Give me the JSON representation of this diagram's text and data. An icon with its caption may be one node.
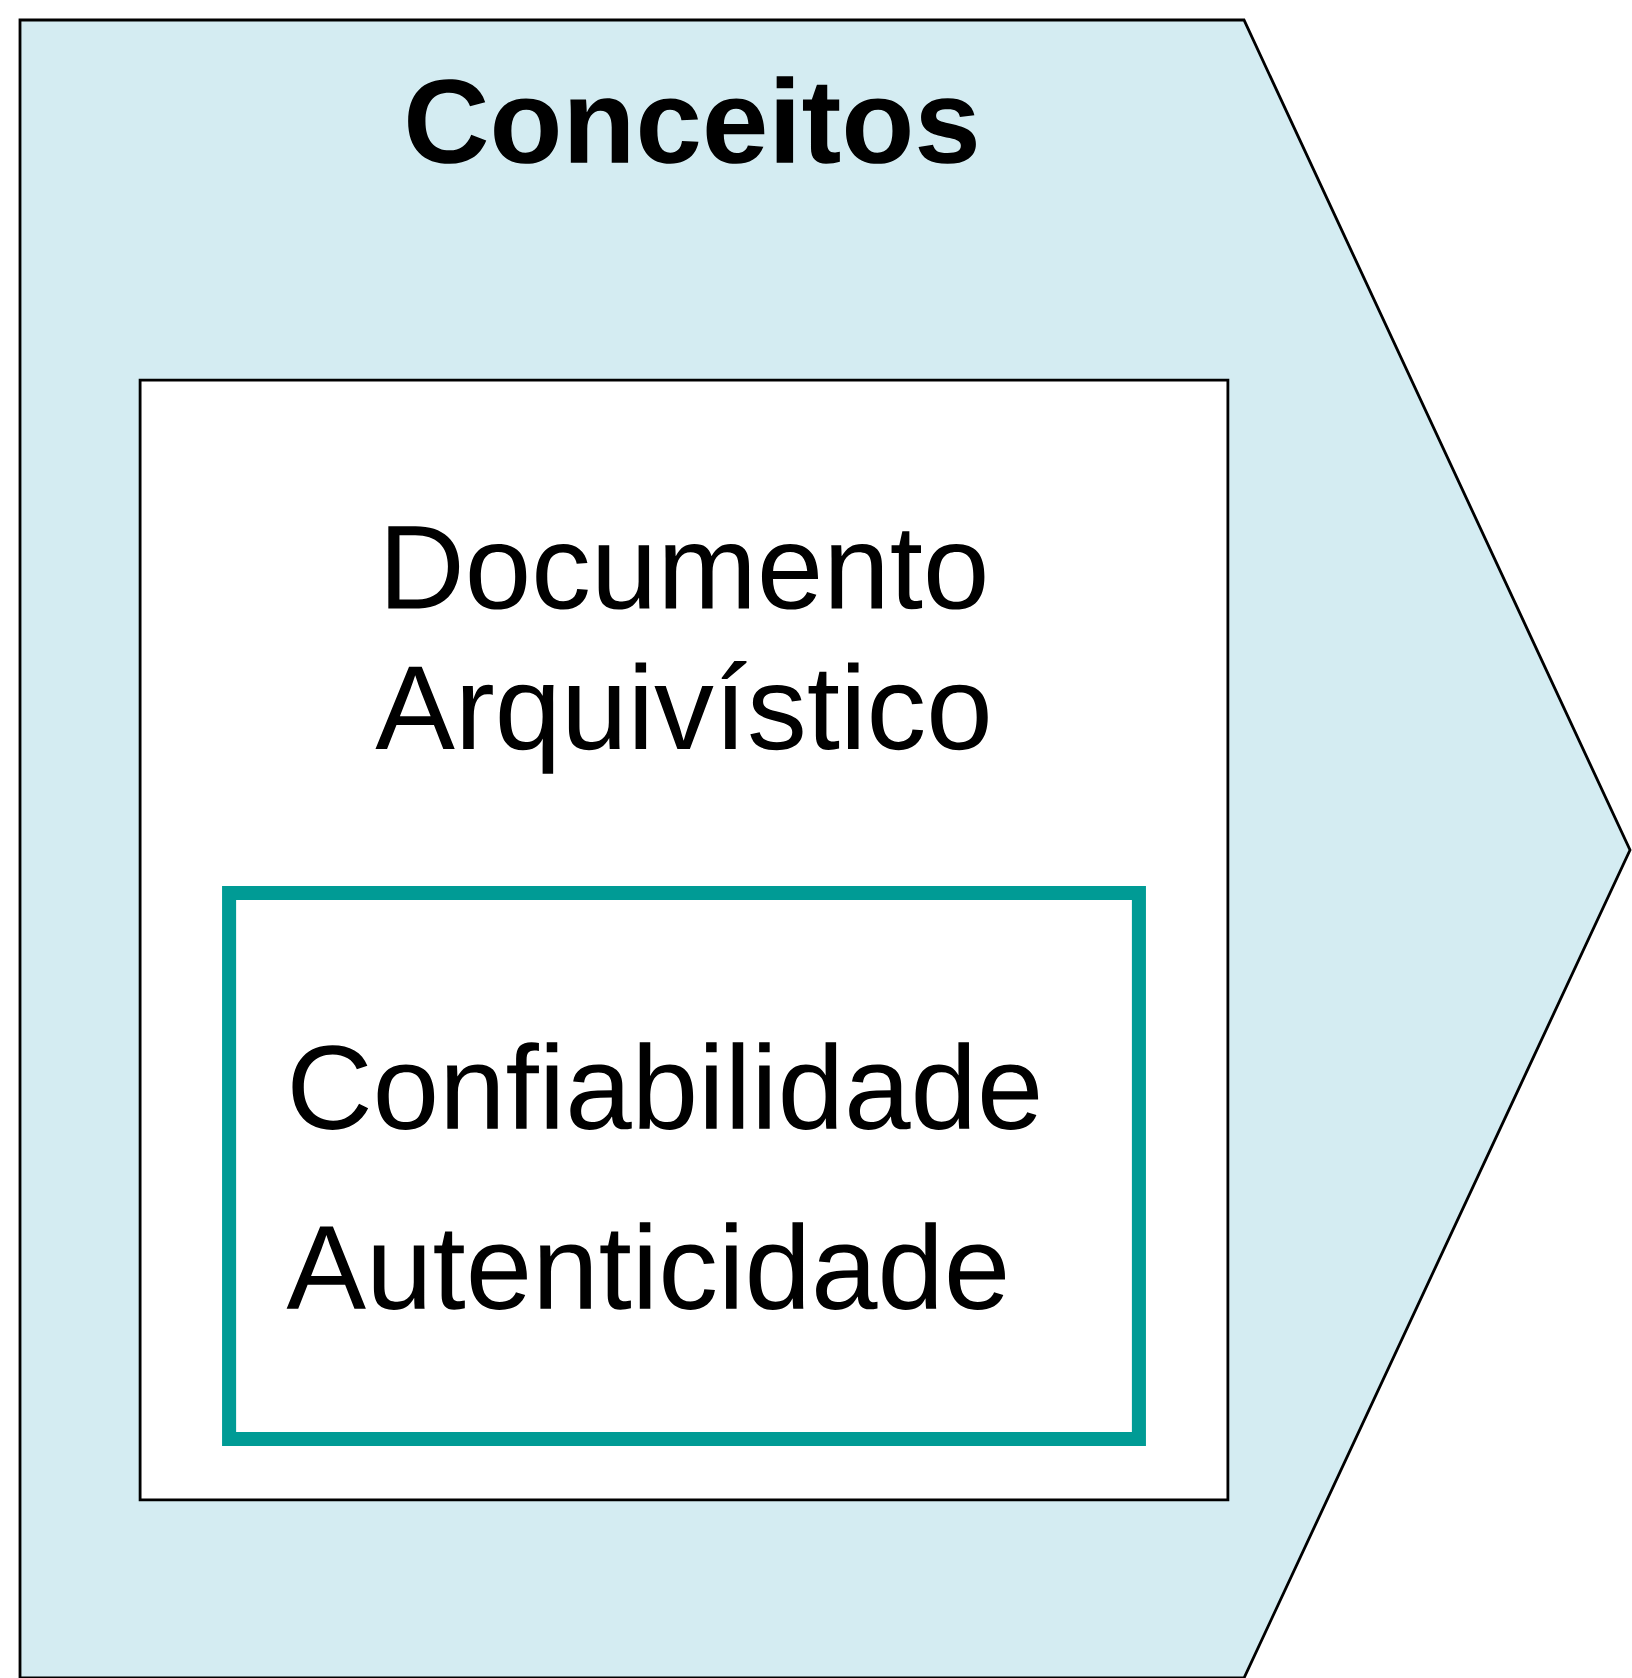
{
  "diagram": {
    "nodes": [
      {
        "text": [
          "Conceitos"
        ]
      },
      {
        "text": [
          "Documento Arquivístico"
        ],
        "in": 0
      },
      {
        "text": [
          "Confiabilidade",
          "Autenticidade"
        ],
        "in": 1
      }
    ]
  }
}
